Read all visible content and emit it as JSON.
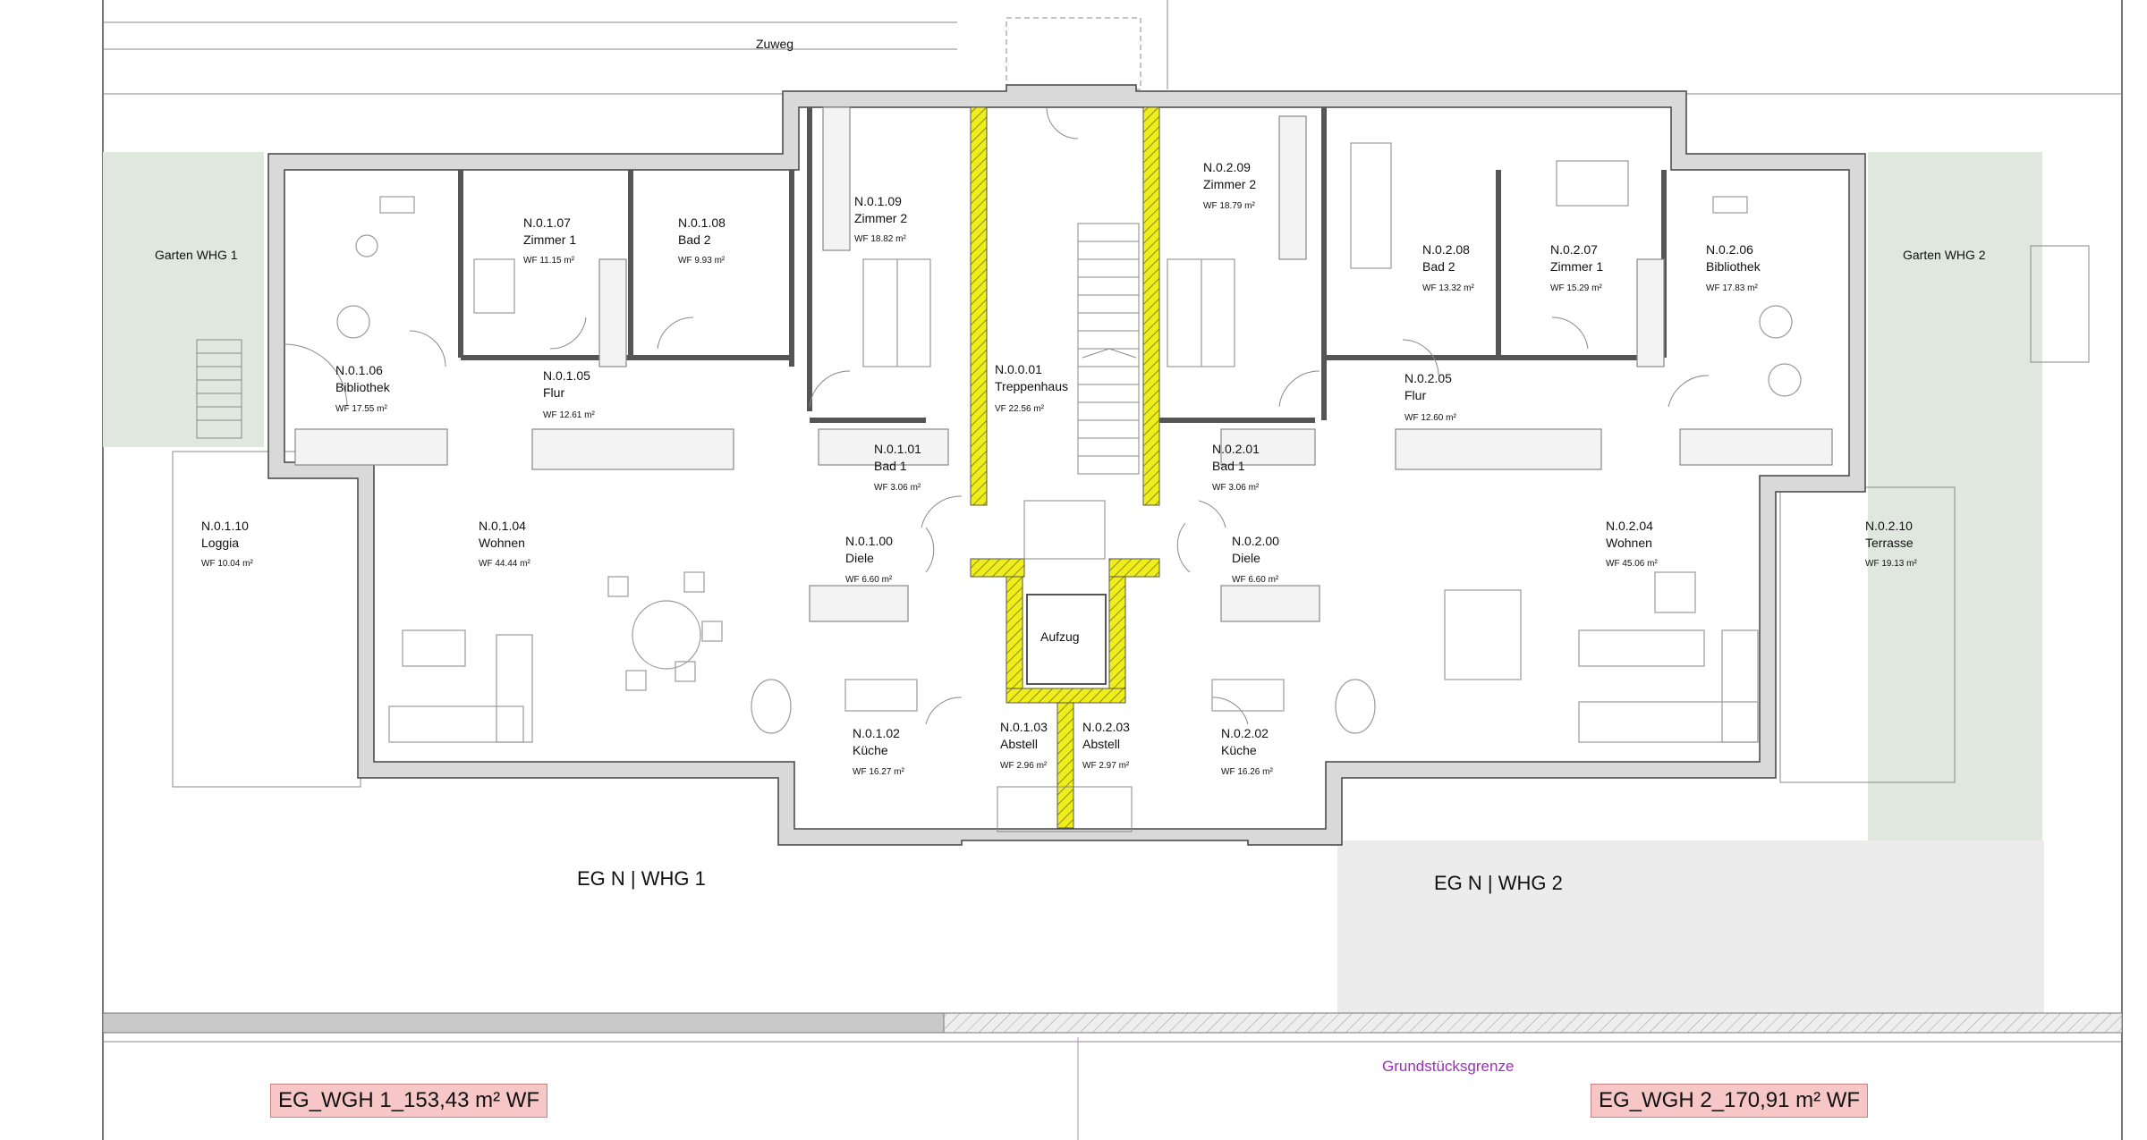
{
  "labels": {
    "zuweg": "Zuweg",
    "garden_1": "Garten WHG 1",
    "garden_2": "Garten WHG 2",
    "unit_1": "EG N | WHG 1",
    "unit_2": "EG N | WHG 2",
    "boundary": "Grundstücksgrenze",
    "aufzug": "Aufzug"
  },
  "summary": {
    "whg1": "EG_WGH 1_153,43 m² WF",
    "whg2": "EG_WGH 2_170,91 m² WF"
  },
  "colors": {
    "stair_hatch": "#f0ee1a",
    "garden": "#dfe7df",
    "area_box": "#f7c7c7",
    "boundary_text": "#9b2fb5"
  },
  "rooms": {
    "r0107": {
      "id": "N.0.1.07",
      "name": "Zimmer 1",
      "wf": "WF 11.15 m²"
    },
    "r0108": {
      "id": "N.0.1.08",
      "name": "Bad 2",
      "wf": "WF 9.93 m²"
    },
    "r0109": {
      "id": "N.0.1.09",
      "name": "Zimmer 2",
      "wf": "WF 18.82 m²"
    },
    "r0106": {
      "id": "N.0.1.06",
      "name": "Bibliothek",
      "wf": "WF 17.55 m²"
    },
    "r0105": {
      "id": "N.0.1.05",
      "name": "Flur",
      "wf": "WF 12.61 m²"
    },
    "r0101": {
      "id": "N.0.1.01",
      "name": "Bad 1",
      "wf": "WF 3.06 m²"
    },
    "r0100": {
      "id": "N.0.1.00",
      "name": "Diele",
      "wf": "WF 6.60 m²"
    },
    "r0104": {
      "id": "N.0.1.04",
      "name": "Wohnen",
      "wf": "WF 44.44 m²"
    },
    "r0110": {
      "id": "N.0.1.10",
      "name": "Loggia",
      "wf": "WF 10.04 m²"
    },
    "r0102": {
      "id": "N.0.1.02",
      "name": "Küche",
      "wf": "WF 16.27 m²"
    },
    "r0103": {
      "id": "N.0.1.03",
      "name": "Abstell",
      "wf": "WF 2.96 m²"
    },
    "r0001": {
      "id": "N.0.0.01",
      "name": "Treppenhaus",
      "wf": "VF 22.56 m²"
    },
    "r0203": {
      "id": "N.0.2.03",
      "name": "Abstell",
      "wf": "WF 2.97 m²"
    },
    "r0202": {
      "id": "N.0.2.02",
      "name": "Küche",
      "wf": "WF 16.26 m²"
    },
    "r0209": {
      "id": "N.0.2.09",
      "name": "Zimmer 2",
      "wf": "WF 18.79 m²"
    },
    "r0208": {
      "id": "N.0.2.08",
      "name": "Bad 2",
      "wf": "WF 13.32 m²"
    },
    "r0207": {
      "id": "N.0.2.07",
      "name": "Zimmer 1",
      "wf": "WF 15.29 m²"
    },
    "r0206": {
      "id": "N.0.2.06",
      "name": "Bibliothek",
      "wf": "WF 17.83 m²"
    },
    "r0205": {
      "id": "N.0.2.05",
      "name": "Flur",
      "wf": "WF 12.60 m²"
    },
    "r0201": {
      "id": "N.0.2.01",
      "name": "Bad 1",
      "wf": "WF 3.06 m²"
    },
    "r0200": {
      "id": "N.0.2.00",
      "name": "Diele",
      "wf": "WF 6.60 m²"
    },
    "r0204": {
      "id": "N.0.2.04",
      "name": "Wohnen",
      "wf": "WF 45.06 m²"
    },
    "r0210": {
      "id": "N.0.2.10",
      "name": "Terrasse",
      "wf": "WF 19.13 m²"
    }
  }
}
